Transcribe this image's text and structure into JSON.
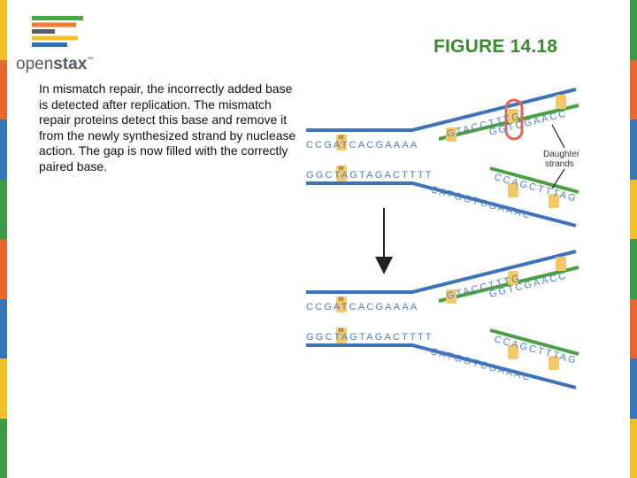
{
  "brand": {
    "logo_text_light": "open",
    "logo_text_bold": "stax",
    "logo_tm": "™",
    "logo_bar_colors": [
      "#4aa842",
      "#f27a2d",
      "#585c68",
      "#f2c12e",
      "#2f73b7"
    ]
  },
  "slide": {
    "figure_title": "FIGURE 14.18",
    "caption": "In mismatch repair, the incorrectly added base is detected after replication. The mismatch repair proteins detect this base and remove it from the newly synthesized strand by nuclease action. The gap is now filled with the correctly paired base."
  },
  "colors": {
    "title": "#3a8a2f",
    "parent_strand": "#3d73b8",
    "daughter_strand": "#4aa042",
    "mismatch_protein": "#e0665b",
    "base_highlight": "#f3c869",
    "base_letters": "#4d7fc0",
    "edge_left": [
      "#f0c02a",
      "#e36a2c",
      "#3a73b7",
      "#3f9c46",
      "#e36a2c",
      "#3a73b7",
      "#f0c02a",
      "#3f9c46"
    ],
    "edge_right": [
      "#3f9c46",
      "#e36a2c",
      "#3a73b7",
      "#f0c02a",
      "#3f9c46",
      "#e36a2c",
      "#3a73b7",
      "#f0c02a"
    ]
  },
  "diagram": {
    "annotation_line1": "Daughter",
    "annotation_line2": "strands",
    "methyl_mark": "M",
    "before": {
      "top_parent": "CCGATCACGAAAA",
      "top_daughter": "GTACCTTTG",
      "top_daughter_lower": "GGTCGAACC",
      "bottom_parent": "GGCTAGTAGACTTTT",
      "bottom_daughter": "CCAGCTTTAG",
      "bottom_daughter_lower": "CATGGTCGAAAC"
    },
    "after": {
      "top_parent": "CCGATCACGAAAA",
      "top_daughter": "GTACCTTTG",
      "top_daughter_lower": "GGTCGAACC",
      "bottom_parent": "GGCTAGTAGACTTTT",
      "bottom_daughter": "CCAGCTTTAG",
      "bottom_daughter_lower": "CATGGTCGAAAC"
    }
  }
}
